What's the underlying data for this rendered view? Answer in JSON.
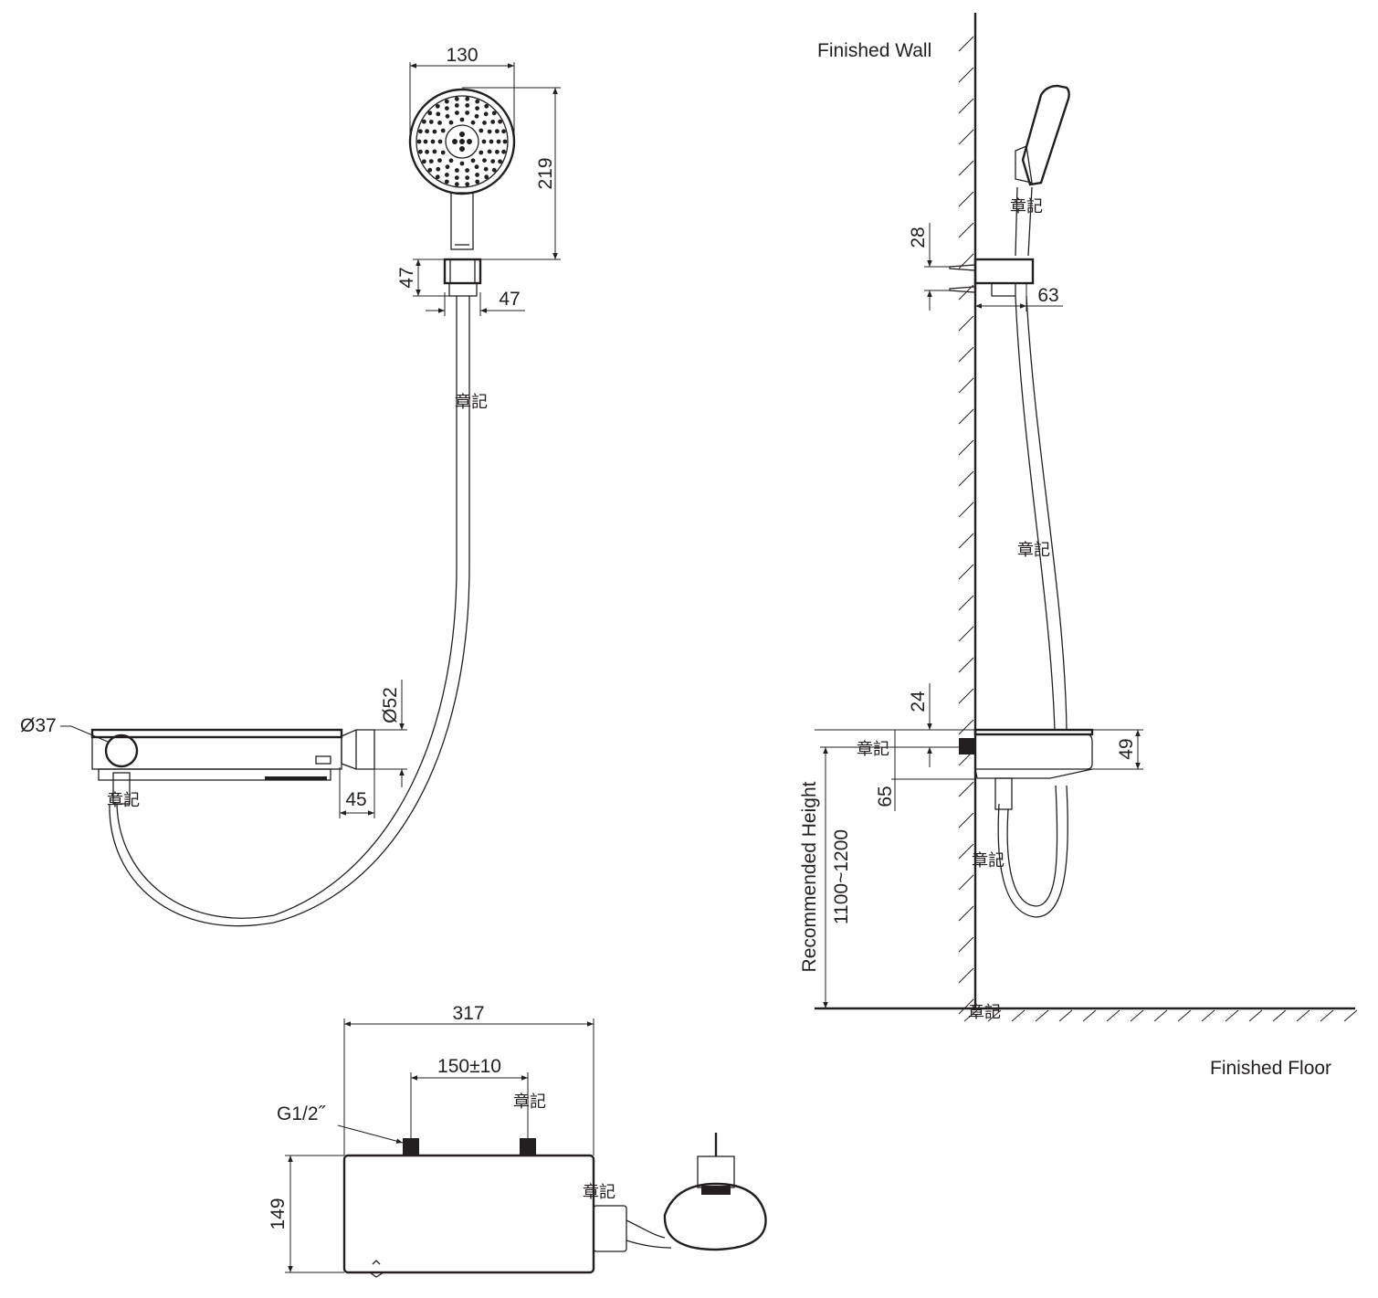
{
  "labels": {
    "finished_wall": "Finished Wall",
    "finished_floor": "Finished Floor",
    "recommended_height": "Recommended Height",
    "recommended_height_value": "1100~1200",
    "g_thread": "G1/2˝",
    "stamp": "章記"
  },
  "dimensions": {
    "head_width": "130",
    "head_height": "219",
    "holder_height": "47",
    "holder_width": "47",
    "knob_dia": "Ø37",
    "outlet_dia": "Ø52",
    "outlet_depth": "45",
    "holder_screw_spacing": "28",
    "holder_projection": "63",
    "shelf_offset": "24",
    "shelf_height": "49",
    "inlet_height": "65",
    "body_width": "317",
    "inlet_spacing": "150±10",
    "body_height": "149"
  },
  "icons": {
    "hand_shower": "shower-head-icon",
    "thermostat": "thermostat-mixer-icon"
  }
}
